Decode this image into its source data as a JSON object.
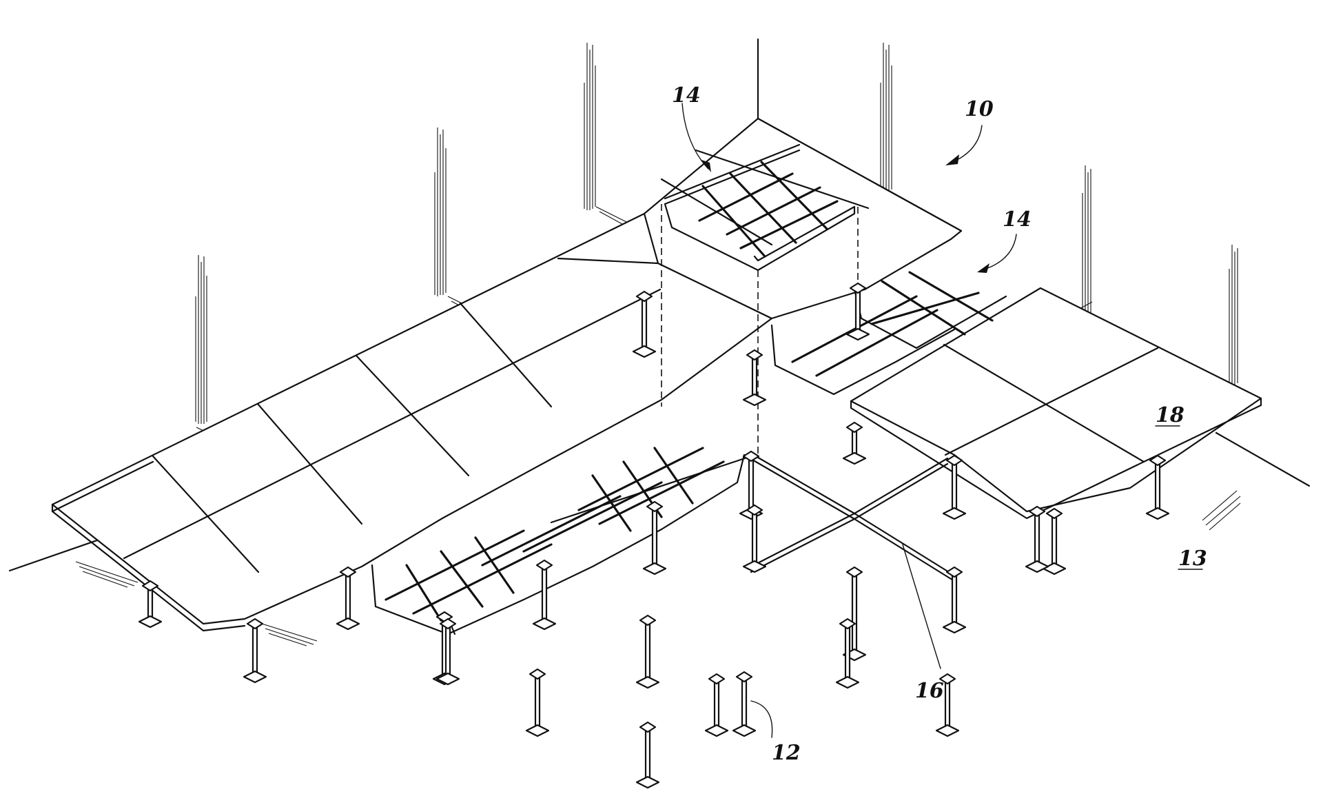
{
  "figure": {
    "reference_labels": {
      "assembly": "10",
      "pedestal": "12",
      "subfloor": "13",
      "cable_tray_upper": "14",
      "cable_tray_right": "14",
      "stringer": "16",
      "floor_panel": "18"
    },
    "underlined_labels": [
      "13",
      "18"
    ],
    "colors": {
      "line": "#111111",
      "background": "#ffffff"
    }
  }
}
